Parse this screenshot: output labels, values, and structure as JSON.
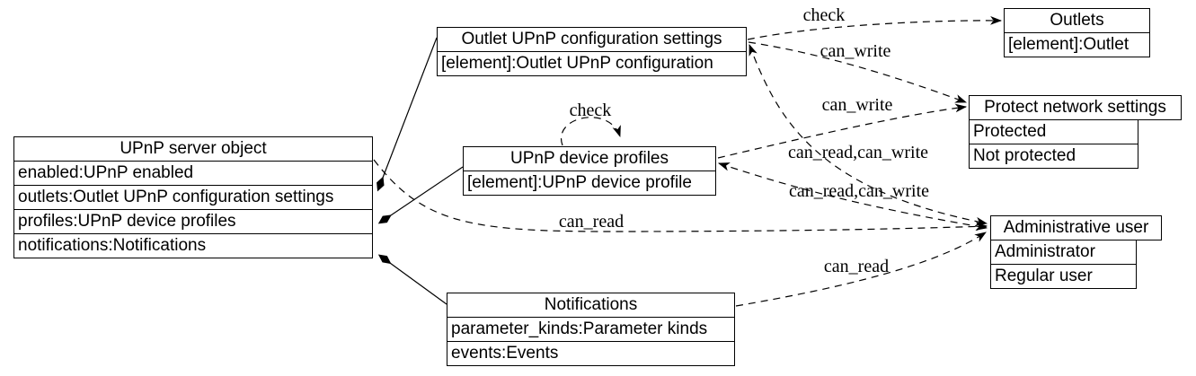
{
  "diagram": {
    "nodes": {
      "server": {
        "title": "UPnP server object",
        "rows": [
          "enabled:UPnP enabled",
          "outlets:Outlet UPnP configuration settings",
          "profiles:UPnP device profiles",
          "notifications:Notifications"
        ]
      },
      "outlet_settings": {
        "title": "Outlet UPnP configuration settings",
        "rows": [
          "[element]:Outlet UPnP configuration"
        ]
      },
      "device_profiles": {
        "title": "UPnP device profiles",
        "rows": [
          "[element]:UPnP device profile"
        ]
      },
      "notifications": {
        "title": "Notifications",
        "rows": [
          "parameter_kinds:Parameter kinds",
          "events:Events"
        ]
      },
      "outlets": {
        "title": "Outlets",
        "rows": [
          "[element]:Outlet"
        ]
      },
      "protect": {
        "title": "Protect network settings",
        "rows": [
          "Protected",
          "Not protected"
        ]
      },
      "admin": {
        "title": "Administrative user",
        "rows": [
          "Administrator",
          "Regular user"
        ]
      }
    },
    "edge_labels": {
      "check_outlets": "check",
      "check_self": "check",
      "can_write_outlet": "can_write",
      "can_write_profiles": "can_write",
      "crw_outlet": "can_read,can_write",
      "crw_profiles": "can_read,can_write",
      "can_read_server": "can_read",
      "can_read_notifications": "can_read"
    },
    "colors": {
      "line": "#000000",
      "background": "#ffffff",
      "text": "#000000"
    }
  }
}
